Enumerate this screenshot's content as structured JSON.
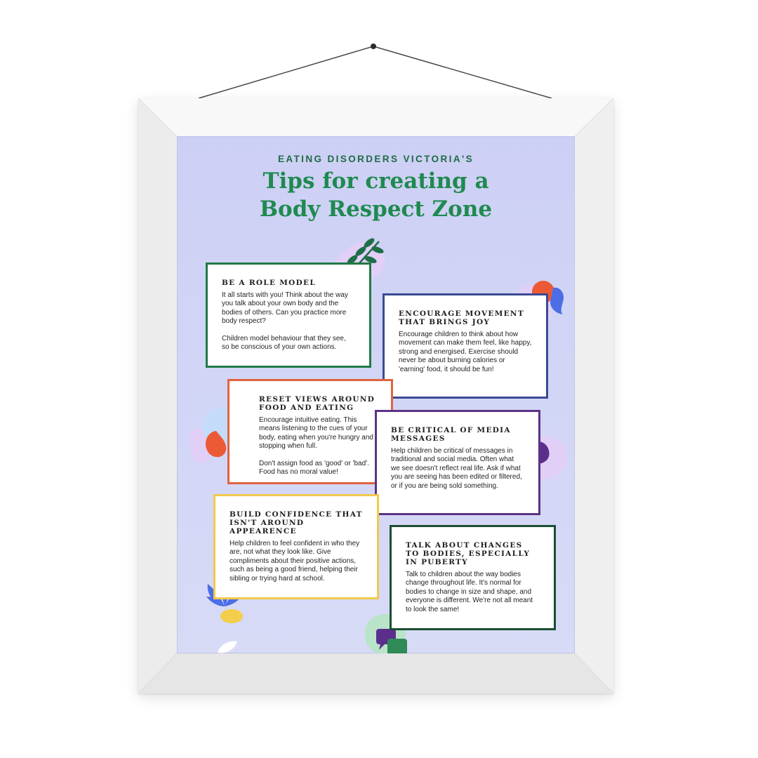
{
  "poster": {
    "kicker": "EATING DISORDERS VICTORIA'S",
    "title_line1": "Tips for creating a",
    "title_line2": "Body Respect Zone"
  },
  "tips": [
    {
      "heading": "BE A ROLE MODEL",
      "body": "It all starts with you! Think about the way you talk about your own body and the bodies of others. Can you practice more body respect?\n\nChildren model behaviour that they see, so be conscious of your own actions.",
      "border_color": "#1e7a46"
    },
    {
      "heading": "ENCOURAGE MOVEMENT THAT BRINGS JOY",
      "body": "Encourage children to think about how movement can make them feel, like happy, strong and energised. Exercise should never be about burning calories or 'earning' food, it should be fun!",
      "border_color": "#3b4a93"
    },
    {
      "heading": "RESET VIEWS AROUND FOOD AND EATING",
      "body": "Encourage intuitive eating. This means listening to the cues of your body, eating when you're hungry and stopping when full.\n\nDon't assign food as 'good' or 'bad'. Food has no moral value!",
      "border_color": "#e0633e"
    },
    {
      "heading": "BE CRITICAL OF MEDIA MESSAGES",
      "body": "Help children be critical of messages in traditional and social media. Often what we see doesn't reflect real life. Ask if what you are seeing has been edited or filtered, or if you are being sold something.",
      "border_color": "#5b3385"
    },
    {
      "heading": "BUILD CONFIDENCE THAT ISN'T AROUND APPEARENCE",
      "body": "Help children to feel confident in who they are, not what they look like. Give compliments about their positive actions, such as being a good friend, helping their sibling or trying hard at school.",
      "border_color": "#f2c94c"
    },
    {
      "heading": "TALK ABOUT CHANGES TO BODIES, ESPECIALLY IN PUBERTY",
      "body": "Talk to children about the way bodies change throughout life. It's normal for bodies to change in size and shape, and everyone is different. We're not all meant to look the same!",
      "border_color": "#1b4d33"
    }
  ],
  "decorations": {
    "leaf_icon": "leaf-icon",
    "speech_bubble_icon": "speech-bubble-icon",
    "plant_icon": "plant-icon",
    "chat_icon": "chat-icon",
    "blob_lavender": "#e2cff7",
    "blob_red": "#ec5a35",
    "blob_blue": "#4b6ee6",
    "blob_green": "#2e8a56",
    "blob_purple": "#5b2e8c",
    "blob_yellow": "#f4cd4a"
  }
}
